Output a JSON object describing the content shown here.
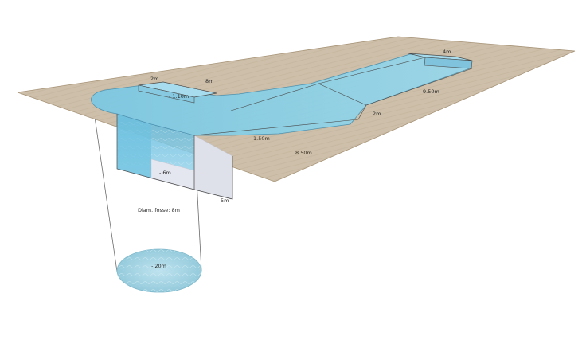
{
  "diagram": {
    "colors": {
      "deck": "#cdbfa9",
      "deck_edge": "#a79478",
      "water_light": "#8fd0e6",
      "water_mid": "#6cbfdb",
      "water_deep": "#4fa9cd",
      "pit_wall": "#e7e7ef",
      "outline": "#4a4a4a"
    },
    "labels": {
      "top_width_left": "2m",
      "top_length_left": "8m",
      "top_depth_mark": "- 1.10m",
      "top_width_right": "4m",
      "right_length": "9.50m",
      "ramp_length": "2m",
      "channel_depth": "1.50m",
      "deck_length": "8.50m",
      "pit_depth": "- 6m",
      "pit_width": "5m",
      "diameter_note": "Diam. fosse: 8m",
      "floor_depth": "- 20m"
    }
  }
}
